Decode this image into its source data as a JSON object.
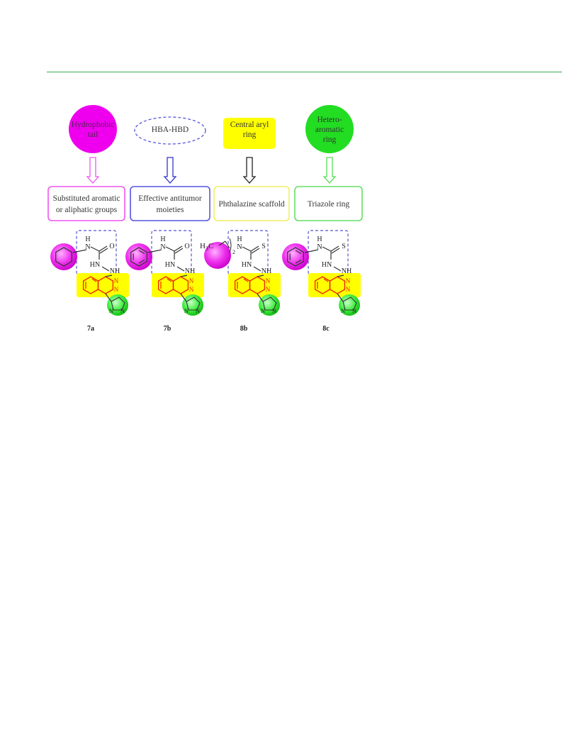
{
  "colors": {
    "rule": "#3aaa55",
    "magenta": "#ee00ee",
    "purple": "#7070e8",
    "yellow": "#ffff00",
    "green": "#22dd22",
    "orange_bonds": "#ee2200",
    "dashed_box": "#5555cc"
  },
  "pharmacophore": [
    {
      "feature_label": "Hydrophobic tail",
      "feature_lines": [
        "Hydrophobic",
        "tail"
      ],
      "shape": "filled-circle",
      "color": "#ee00ee",
      "arrow_color": "#ee55ee",
      "box_label": "Substituted aromatic or aliphatic groups",
      "box_lines": [
        "Substituted aromatic",
        "or aliphatic groups"
      ],
      "box_color": "#ee55ee"
    },
    {
      "feature_label": "HBA-HBD",
      "feature_lines": [
        "HBA-HBD"
      ],
      "shape": "dashed-ellipse",
      "color": "#5555dd",
      "arrow_color": "#3333cc",
      "box_label": "Effective antitumor moieties",
      "box_lines": [
        "Effective antitumor",
        "moieties"
      ],
      "box_color": "#5555dd"
    },
    {
      "feature_label": "Central aryl ring",
      "feature_lines": [
        "Central aryl",
        "ring"
      ],
      "shape": "filled-rect",
      "color": "#ffff00",
      "arrow_color": "#222222",
      "box_label": "Phthalazine scaffold",
      "box_lines": [
        "Phthalazine scaffold"
      ],
      "box_color": "#eeee66"
    },
    {
      "feature_label": "Hetero-aromatic ring",
      "feature_lines": [
        "Hetero-",
        "aromatic",
        "ring"
      ],
      "shape": "filled-circle",
      "color": "#22dd22",
      "arrow_color": "#55dd55",
      "box_label": "Triazole ring",
      "box_lines": [
        "Triazole ring"
      ],
      "box_color": "#66dd66"
    }
  ],
  "compounds": [
    {
      "id": "7a",
      "tail": "cyclohexyl",
      "heteroatom": "O"
    },
    {
      "id": "7b",
      "tail": "phenyl",
      "heteroatom": "O"
    },
    {
      "id": "8b",
      "tail": "alkyl",
      "heteroatom": "S"
    },
    {
      "id": "8c",
      "tail": "phenyl",
      "heteroatom": "S"
    }
  ],
  "atom_labels": {
    "H": "H",
    "N": "N",
    "HN": "HN",
    "NH": "NH",
    "alkyl_prefix": "H",
    "alkyl_sub": "3",
    "alkyl_c": "C",
    "alkyl_n": "2"
  }
}
